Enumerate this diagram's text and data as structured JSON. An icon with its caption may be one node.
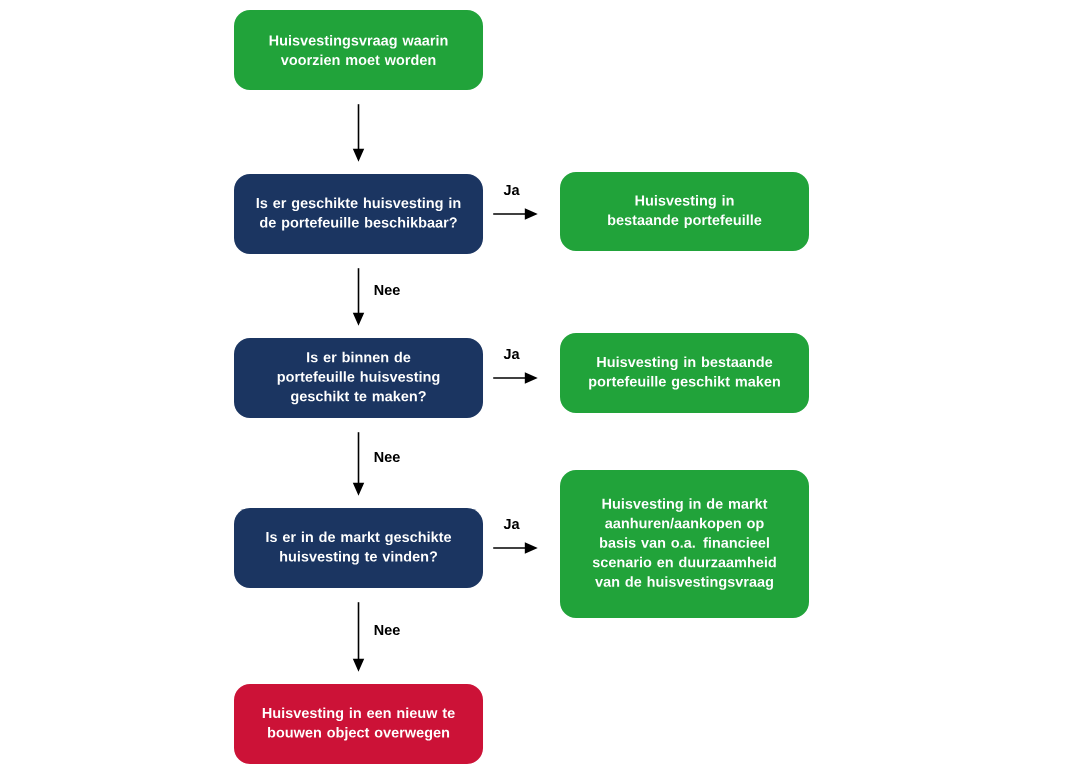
{
  "diagram": {
    "nodes": [
      {
        "text": [
          "Huisvestingsvraag waarin voorzien moet worden"
        ]
      },
      {
        "text": [
          "Is er geschikte huisvesting in de portefeuille beschikbaar?"
        ]
      },
      {
        "text": [
          "Huisvesting in bestaande portefeuille"
        ]
      },
      {
        "text": [
          "Is er binnen de portefeuille huisvesting geschikt te maken?"
        ]
      },
      {
        "text": [
          "Huisvesting in bestaande portefeuille geschikt maken"
        ]
      },
      {
        "text": [
          "Is er in de markt geschikte huisvesting te vinden?"
        ]
      },
      {
        "text": [
          "Huisvesting in de markt aanhuren/aankopen op basis van o.a. financieel scenario en duurzaamheid van de huisvestingsvraag"
        ]
      },
      {
        "text": [
          "Huisvesting in een nieuw te bouwen object overwegen"
        ]
      }
    ],
    "edges": [
      {
        "from": 0,
        "to": 1,
        "arrow": "to"
      },
      {
        "from": 1,
        "to": 2,
        "arrow": "to",
        "label": "Ja"
      },
      {
        "from": 1,
        "to": 3,
        "arrow": "to",
        "label": "Nee"
      },
      {
        "from": 3,
        "to": 4,
        "arrow": "to",
        "label": "Ja"
      },
      {
        "from": 3,
        "to": 5,
        "arrow": "to",
        "label": "Nee"
      },
      {
        "from": 5,
        "to": 6,
        "arrow": "to",
        "label": "Ja"
      },
      {
        "from": 5,
        "to": 7,
        "arrow": "to",
        "label": "Nee"
      }
    ]
  }
}
